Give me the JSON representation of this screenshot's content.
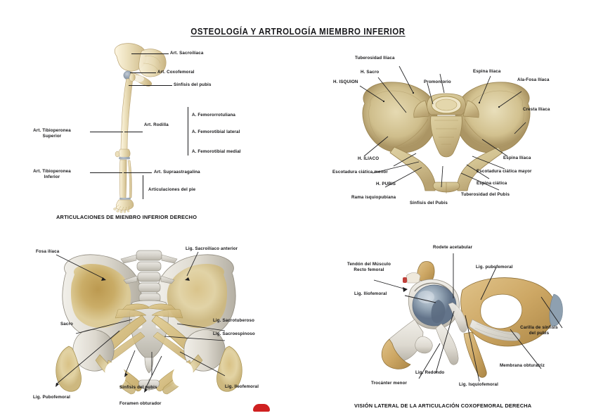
{
  "document": {
    "title": "OSTEOLOGÍA Y ARTROLOGÍA MIEMBRO INFERIOR",
    "background_color": "#ffffff",
    "bone_color": "#e8dcb5",
    "bone_shadow_color": "#c2a96d",
    "cartilage_color": "#8fa3b5",
    "ligament_color": "#dcdcd6",
    "accent_red": "#cf2020"
  },
  "figure1": {
    "caption": "ARTICULACIONES DE MIENBRO INFERIOR DERECHO",
    "labels": {
      "sacroiliaca": "Art. Sacroilíaca",
      "coxofemoral": "Art. Coxofemoral",
      "sinfisis_pubis": "Sínfisis del pubis",
      "rodilla": "Art. Rodilla",
      "femororrotuliana": "A. Femororrotuliana",
      "femorotibial_lateral": "A. Femorotibial lateral",
      "femorotibial_medial": "A. Femorotibial medial",
      "tibioperonea_superior": "Art. Tibioperonea\nSuperior",
      "tibioperonea_inferior": "Art. Tibioperonea\nInferior",
      "supraastragalina": "Art. Supraastragalina",
      "articulaciones_pie": "Articulaciones del pie"
    }
  },
  "figure2": {
    "caption": "",
    "labels": {
      "tuberosidad_iliaca": "Tuberosidad Ilíaca",
      "h_sacro": "H. Sacro",
      "h_isquion": "H. ISQUION",
      "promontorio": "Promontorio",
      "espina_iliaca_sup": "Espina Ilíaca",
      "ala_fosa_iliaca": "Ala-Fosa Ilíaca",
      "cresta_iliaca": "Cresta Ilíaca",
      "h_iliaco": "H. ILIACO",
      "escotadura_menor": "Escotadura ciática menor",
      "h_pubis": "H. PUBIS",
      "rama_isquiopubiana": "Rama isquiopubiana",
      "sinfisis_pubis": "Sínfisis del Pubis",
      "espina_iliaca_inf": "Espina Ilíaca",
      "escotadura_mayor": "Escotadura ciática mayor",
      "espina_ciatica": "Espina ciática",
      "tuberosidad_pubis": "Tuberosidad del Pubis"
    }
  },
  "figure3": {
    "caption": "",
    "labels": {
      "fosa_iliaca": "Fosa ilíaca",
      "lig_sacroiliaco": "Lig. Sacroilíaco anterior",
      "sacro": "Sacro",
      "lig_sacrotuberoso": "Lig. Sacrotuberoso",
      "lig_sacroespinoso": "Lig. Sacroespinoso",
      "lig_ileofemoral": "Lig. Ileofemoral",
      "lig_pubofemoral": "Lig. Pubofemoral",
      "sinfisis_pubis": "Sínfisis del pubis",
      "foramen_obturador": "Foramen obturador"
    }
  },
  "figure4": {
    "caption": "VISIÓN LATERAL DE LA ARTICULACIÓN COXOFEMORAL DERECHA",
    "labels": {
      "rodete_acetabular": "Rodete acetabular",
      "tendon_recto_femoral": "Tendón del Músculo\nRecto femoral",
      "lig_iliofemoral": "Lig. Iliofemoral",
      "lig_pubofemoral": "Lig. pubofemoral",
      "carilla_sinfisis": "Carilla de sínfisis\ndel pubis",
      "membrana_obturatriz": "Membrana obturatriz",
      "lig_redondo": "Lig. Redondo",
      "trocanter_menor": "Trocánter menor",
      "lig_isquiofemoral": "Lig. Isquiofemoral"
    }
  }
}
